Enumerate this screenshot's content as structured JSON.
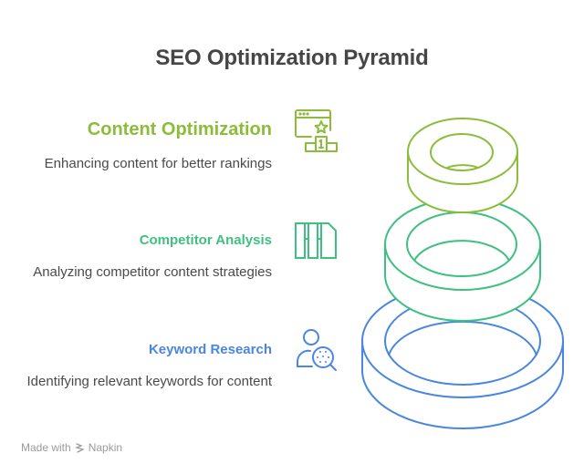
{
  "title": "SEO Optimization Pyramid",
  "colors": {
    "content_optimization": "#8bbd3b",
    "competitor_analysis": "#3fbf80",
    "keyword_research": "#4a86e0",
    "title_text": "#464646",
    "description_text": "#4a4a4a",
    "footer_text": "#9b9b9b"
  },
  "levels": [
    {
      "tier": "top",
      "label": "Content Optimization",
      "description": "Enhancing content for better rankings",
      "icon": "browser-star-podium-icon",
      "color": "#8bbd3b"
    },
    {
      "tier": "middle",
      "label": "Competitor Analysis",
      "description": "Analyzing competitor content strategies",
      "icon": "bookshelf-icon",
      "color": "#3fbf80"
    },
    {
      "tier": "bottom",
      "label": "Keyword Research",
      "description": "Identifying relevant keywords for content",
      "icon": "user-magnifier-icon",
      "color": "#4a86e0"
    }
  ],
  "footer": {
    "made_with": "Made with",
    "brand": "Napkin"
  }
}
